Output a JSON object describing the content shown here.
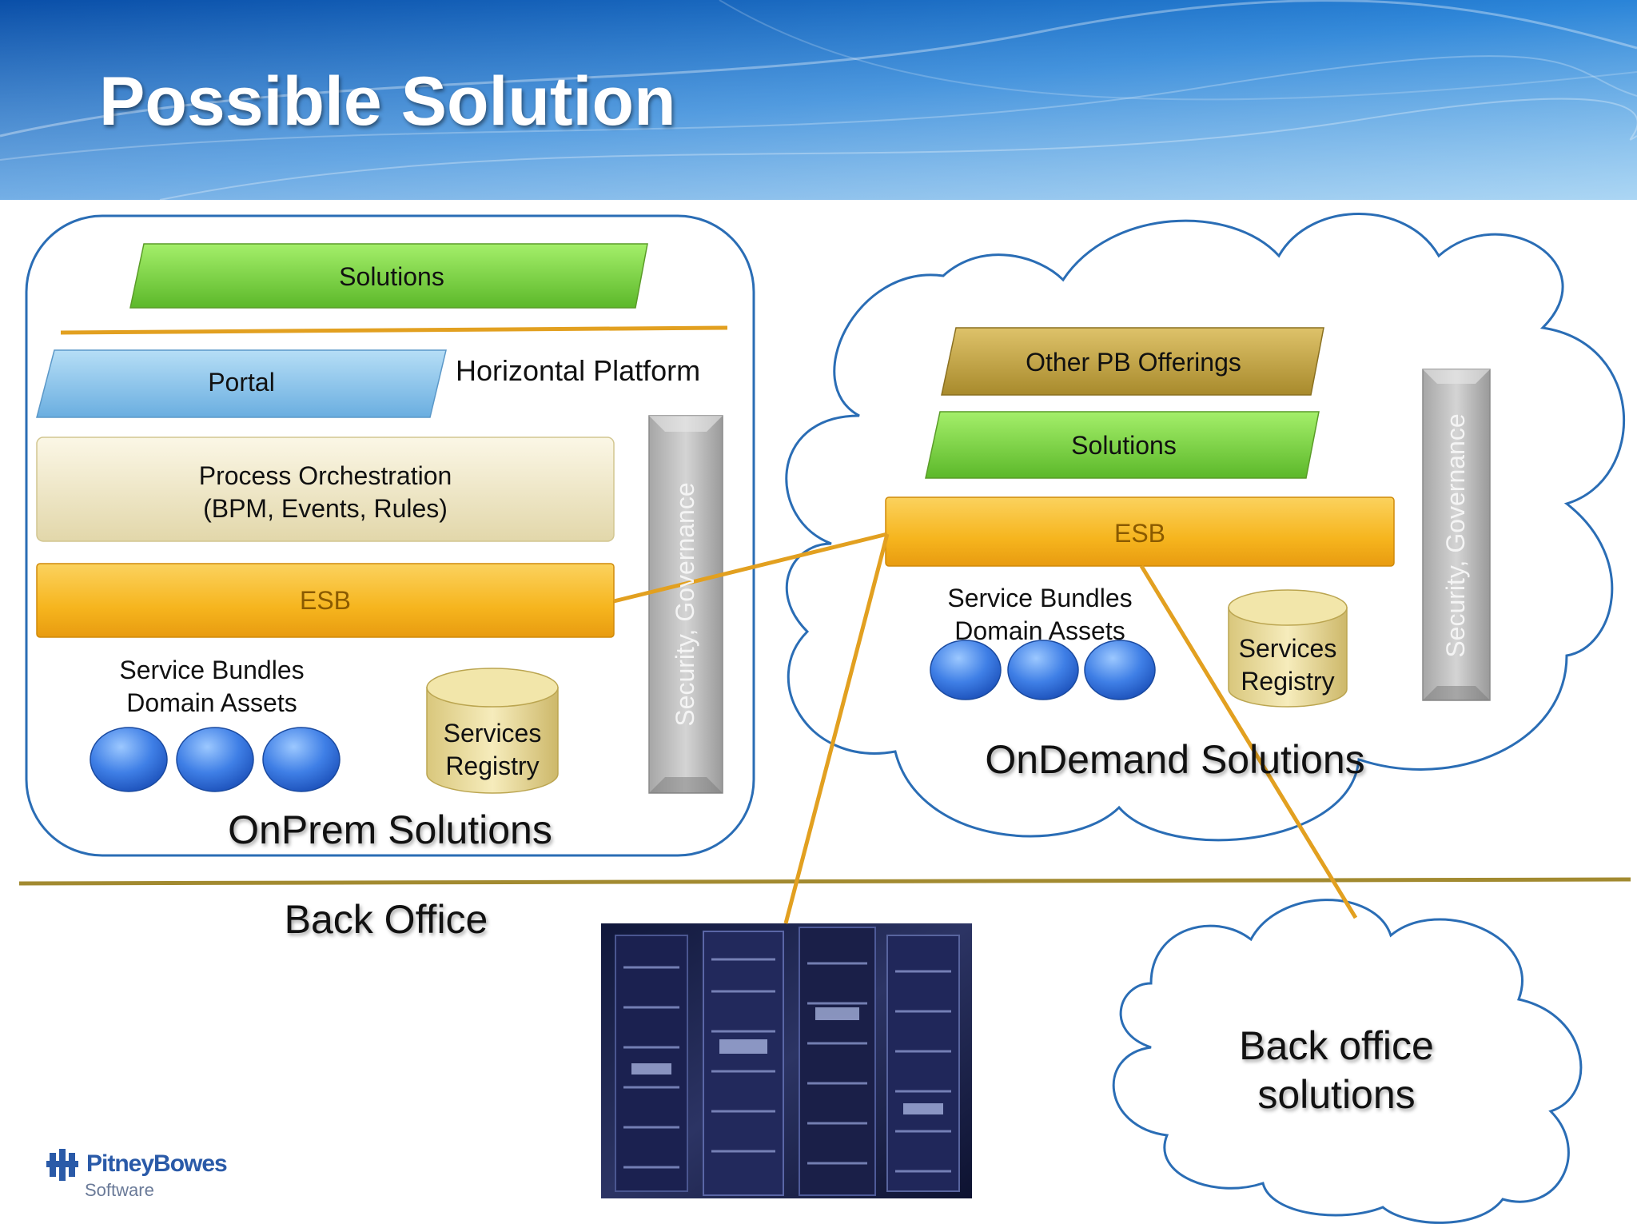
{
  "slide": {
    "title": "Possible Solution",
    "divider_label": "Back Office"
  },
  "onprem": {
    "title": "OnPrem Solutions",
    "solutions_label": "Solutions",
    "platform_label": "Horizontal Platform",
    "portal_label": "Portal",
    "orchestration_line1": "Process Orchestration",
    "orchestration_line2": "(BPM, Events, Rules)",
    "esb_label": "ESB",
    "security_label": "Security, Governance",
    "bundles_line1": "Service Bundles",
    "bundles_line2": "Domain Assets",
    "registry_line1": "Services",
    "registry_line2": "Registry"
  },
  "ondemand": {
    "title": "OnDemand Solutions",
    "offerings_label": "Other PB Offerings",
    "solutions_label": "Solutions",
    "esb_label": "ESB",
    "security_label": "Security, Governance",
    "bundles_line1": "Service Bundles",
    "bundles_line2": "Domain Assets",
    "registry_line1": "Services",
    "registry_line2": "Registry"
  },
  "backoffice": {
    "cloud_line1": "Back office",
    "cloud_line2": "solutions"
  },
  "footer": {
    "logo_name": "PitneyBowes",
    "logo_sub": "Software"
  },
  "colors": {
    "header_blue": "#1a6cc4",
    "green": "#7fd63a",
    "portal_blue": "#8cc6ea",
    "cream": "#f1ead0",
    "esb_gold": "#f8bf2e",
    "olive": "#c9ad4a",
    "connector": "#e2a020",
    "outline_blue": "#2a6db5",
    "asset_blue": "#2d6ee0"
  }
}
